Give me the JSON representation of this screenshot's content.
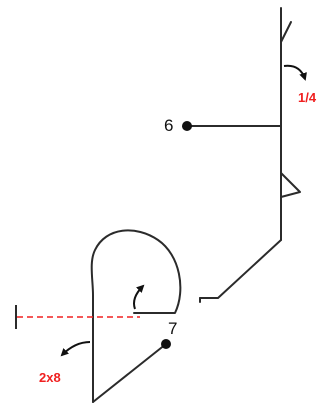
{
  "labels": {
    "point_6": "6",
    "point_7": "7",
    "rotation_upper": "1/4",
    "rotation_lower": "2x8"
  },
  "colors": {
    "line": "#2b2b2b",
    "accent": "#f02020"
  }
}
